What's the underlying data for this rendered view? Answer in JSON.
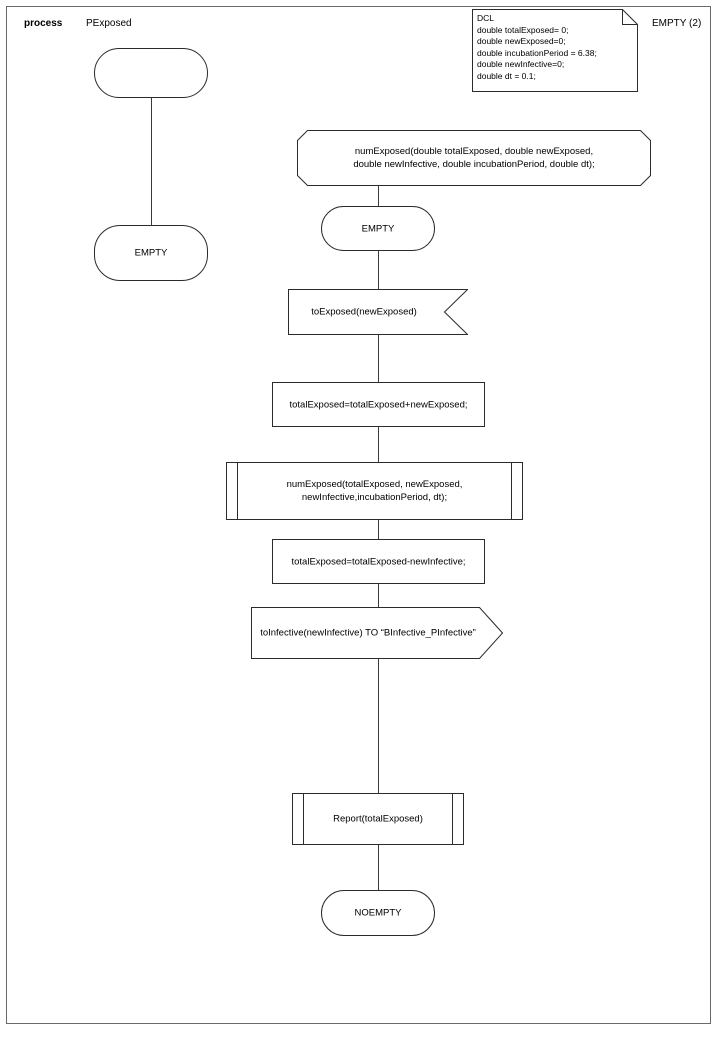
{
  "diagram": {
    "type": "sdl-process-diagram",
    "header": {
      "keyword": "process",
      "name": "PExposed",
      "page_label": "EMPTY (2)"
    },
    "declaration_note": {
      "name": "dcl-note",
      "text": "DCL\ndouble totalExposed= 0;\ndouble newExposed=0;\ndouble incubationPeriod = 6.38;\ndouble newInfective=0;\ndouble dt = 0.1;"
    },
    "nodes": [
      {
        "id": "start-state",
        "kind": "state",
        "text": ""
      },
      {
        "id": "empty-state-left",
        "kind": "state",
        "text": "EMPTY"
      },
      {
        "id": "procedure-header",
        "kind": "procedure-header",
        "text": "numExposed(double totalExposed, double newExposed,\ndouble newInfective, double incubationPeriod, double dt);"
      },
      {
        "id": "empty-state-main",
        "kind": "state",
        "text": "EMPTY"
      },
      {
        "id": "input-to-exposed",
        "kind": "input",
        "text": "toExposed(newExposed)"
      },
      {
        "id": "task-add-exposed",
        "kind": "task",
        "text": "totalExposed=totalExposed+newExposed;"
      },
      {
        "id": "call-num-exposed",
        "kind": "procedure-call",
        "text": "numExposed(totalExposed, newExposed,\nnewInfective,incubationPeriod, dt);"
      },
      {
        "id": "task-sub-infective",
        "kind": "task",
        "text": "totalExposed=totalExposed-newInfective;"
      },
      {
        "id": "output-to-infective",
        "kind": "output",
        "text": "toInfective(newInfective) TO “BInfective_PInfective”"
      },
      {
        "id": "call-report",
        "kind": "procedure-call",
        "text": "Report(totalExposed)"
      },
      {
        "id": "noempty-state",
        "kind": "state",
        "text": "NOEMPTY"
      }
    ],
    "colors": {
      "stroke": "#2b2b2b",
      "frame": "#6a6a6a",
      "connector": "#3a3a3a",
      "background": "#ffffff",
      "text": "#000000"
    }
  }
}
